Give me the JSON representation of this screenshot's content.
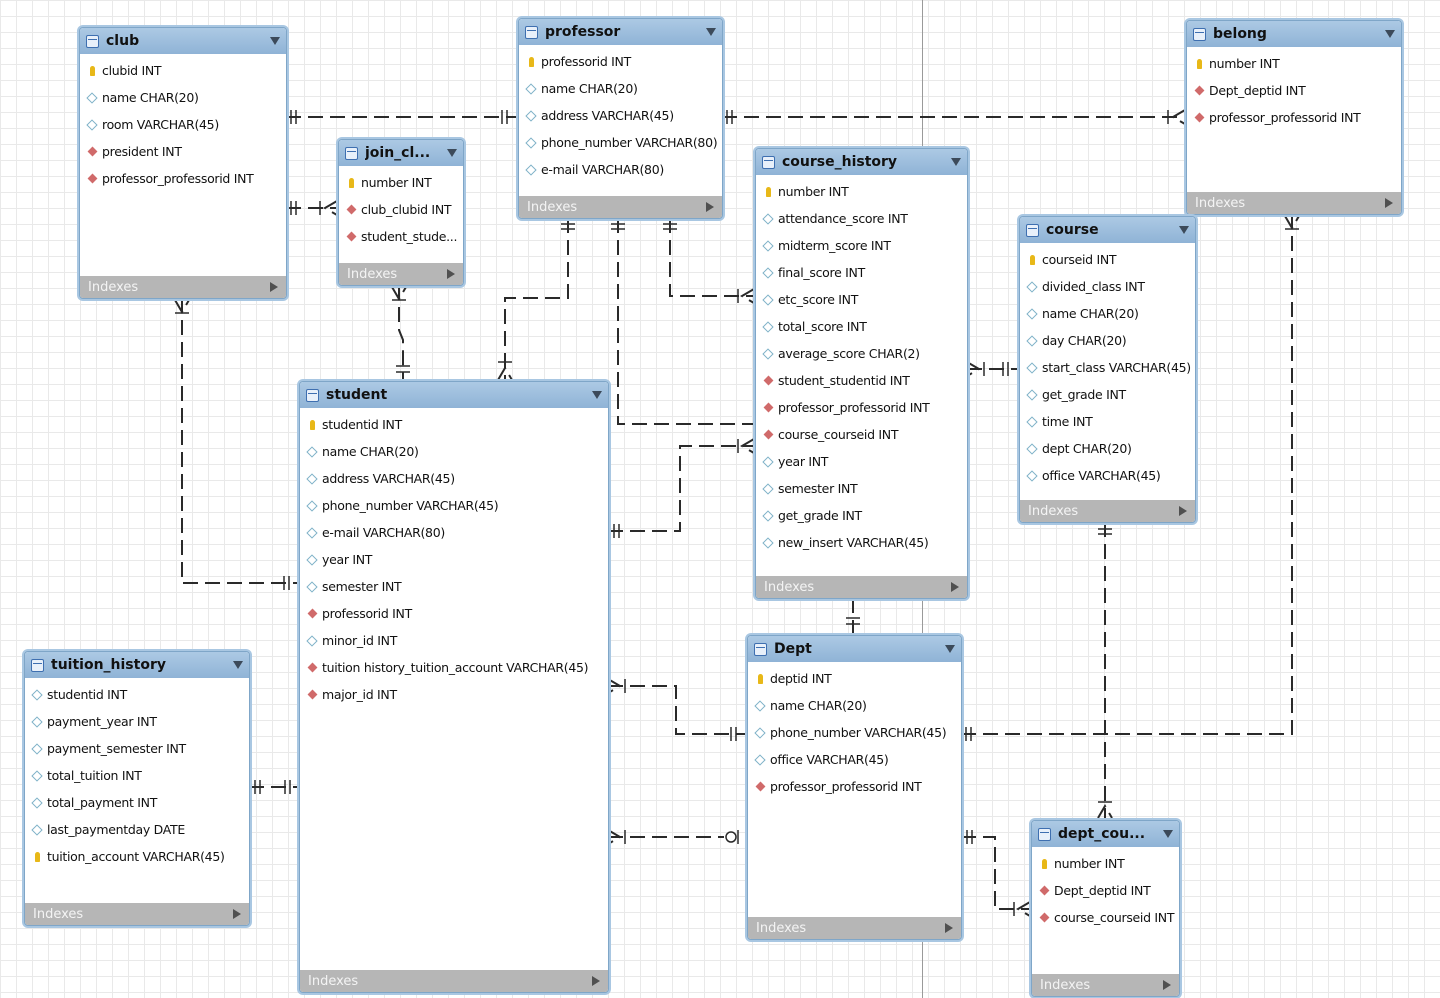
{
  "tables": {
    "club": {
      "name": "club",
      "columns": [
        {
          "kind": "pk",
          "label": "clubid INT"
        },
        {
          "kind": "attr",
          "label": "name CHAR(20)"
        },
        {
          "kind": "attr",
          "label": "room VARCHAR(45)"
        },
        {
          "kind": "fk",
          "label": "president INT"
        },
        {
          "kind": "fk",
          "label": "professor_professorid INT"
        }
      ],
      "indexes": "Indexes"
    },
    "join_club": {
      "name": "join_cl...",
      "columns": [
        {
          "kind": "pk",
          "label": "number INT"
        },
        {
          "kind": "fk",
          "label": "club_clubid INT"
        },
        {
          "kind": "fk",
          "label": "student_stude..."
        }
      ],
      "indexes": "Indexes"
    },
    "professor": {
      "name": "professor",
      "columns": [
        {
          "kind": "pk",
          "label": "professorid INT"
        },
        {
          "kind": "attr",
          "label": "name CHAR(20)"
        },
        {
          "kind": "attr",
          "label": "address VARCHAR(45)"
        },
        {
          "kind": "attr",
          "label": "phone_number VARCHAR(80)"
        },
        {
          "kind": "attr",
          "label": "e-mail VARCHAR(80)"
        }
      ],
      "indexes": "Indexes"
    },
    "course_history": {
      "name": "course_history",
      "columns": [
        {
          "kind": "pk",
          "label": "number INT"
        },
        {
          "kind": "attr",
          "label": "attendance_score INT"
        },
        {
          "kind": "attr",
          "label": "midterm_score INT"
        },
        {
          "kind": "attr",
          "label": "final_score INT"
        },
        {
          "kind": "attr",
          "label": "etc_score INT"
        },
        {
          "kind": "attr",
          "label": "total_score INT"
        },
        {
          "kind": "attr",
          "label": "average_score CHAR(2)"
        },
        {
          "kind": "fk",
          "label": "student_studentid INT"
        },
        {
          "kind": "fk",
          "label": "professor_professorid INT"
        },
        {
          "kind": "fk",
          "label": "course_courseid INT"
        },
        {
          "kind": "attr",
          "label": "year INT"
        },
        {
          "kind": "attr",
          "label": "semester INT"
        },
        {
          "kind": "attr",
          "label": "get_grade INT"
        },
        {
          "kind": "attr",
          "label": "new_insert VARCHAR(45)"
        }
      ],
      "indexes": "Indexes"
    },
    "belong": {
      "name": "belong",
      "columns": [
        {
          "kind": "pk",
          "label": "number INT"
        },
        {
          "kind": "fk",
          "label": "Dept_deptid INT"
        },
        {
          "kind": "fk",
          "label": "professor_professorid INT"
        }
      ],
      "indexes": "Indexes"
    },
    "course": {
      "name": "course",
      "columns": [
        {
          "kind": "pk",
          "label": "courseid INT"
        },
        {
          "kind": "attr",
          "label": "divided_class INT"
        },
        {
          "kind": "attr",
          "label": "name CHAR(20)"
        },
        {
          "kind": "attr",
          "label": "day CHAR(20)"
        },
        {
          "kind": "attr",
          "label": "start_class VARCHAR(45)"
        },
        {
          "kind": "attr",
          "label": "get_grade INT"
        },
        {
          "kind": "attr",
          "label": "time INT"
        },
        {
          "kind": "attr",
          "label": "dept CHAR(20)"
        },
        {
          "kind": "attr",
          "label": "office VARCHAR(45)"
        }
      ],
      "indexes": "Indexes"
    },
    "student": {
      "name": "student",
      "columns": [
        {
          "kind": "pk",
          "label": "studentid INT"
        },
        {
          "kind": "attr",
          "label": "name CHAR(20)"
        },
        {
          "kind": "attr",
          "label": "address VARCHAR(45)"
        },
        {
          "kind": "attr",
          "label": "phone_number VARCHAR(45)"
        },
        {
          "kind": "attr",
          "label": "e-mail VARCHAR(80)"
        },
        {
          "kind": "attr",
          "label": "year INT"
        },
        {
          "kind": "attr",
          "label": "semester INT"
        },
        {
          "kind": "fk",
          "label": "professorid INT"
        },
        {
          "kind": "attr",
          "label": "minor_id INT"
        },
        {
          "kind": "fk",
          "label": "tuition history_tuition_account VARCHAR(45)"
        },
        {
          "kind": "fk",
          "label": "major_id INT"
        }
      ],
      "indexes": "Indexes"
    },
    "tuition_history": {
      "name": "tuition_history",
      "columns": [
        {
          "kind": "attr",
          "label": "studentid INT"
        },
        {
          "kind": "attr",
          "label": "payment_year INT"
        },
        {
          "kind": "attr",
          "label": "payment_semester INT"
        },
        {
          "kind": "attr",
          "label": "total_tuition INT"
        },
        {
          "kind": "attr",
          "label": "total_payment INT"
        },
        {
          "kind": "attr",
          "label": "last_paymentday DATE"
        },
        {
          "kind": "pk",
          "label": "tuition_account VARCHAR(45)"
        }
      ],
      "indexes": "Indexes"
    },
    "dept": {
      "name": "Dept",
      "columns": [
        {
          "kind": "pk",
          "label": "deptid INT"
        },
        {
          "kind": "attr",
          "label": "name CHAR(20)"
        },
        {
          "kind": "attr",
          "label": "phone_number VARCHAR(45)"
        },
        {
          "kind": "attr",
          "label": "office VARCHAR(45)"
        },
        {
          "kind": "fk",
          "label": "professor_professorid INT"
        }
      ],
      "indexes": "Indexes"
    },
    "dept_course": {
      "name": "dept_cou...",
      "columns": [
        {
          "kind": "pk",
          "label": "number INT"
        },
        {
          "kind": "fk",
          "label": "Dept_deptid INT"
        },
        {
          "kind": "fk",
          "label": "course_courseid INT"
        }
      ],
      "indexes": "Indexes"
    }
  },
  "colors": {
    "header": "#9dbedf",
    "table_border": "#7fa6c8",
    "indexes_bar": "#b6b6b6",
    "primary_key": "#e8b818",
    "foreign_key": "#d06a6a",
    "attribute": "#7fb2c8",
    "link": "#2a2a2a"
  }
}
